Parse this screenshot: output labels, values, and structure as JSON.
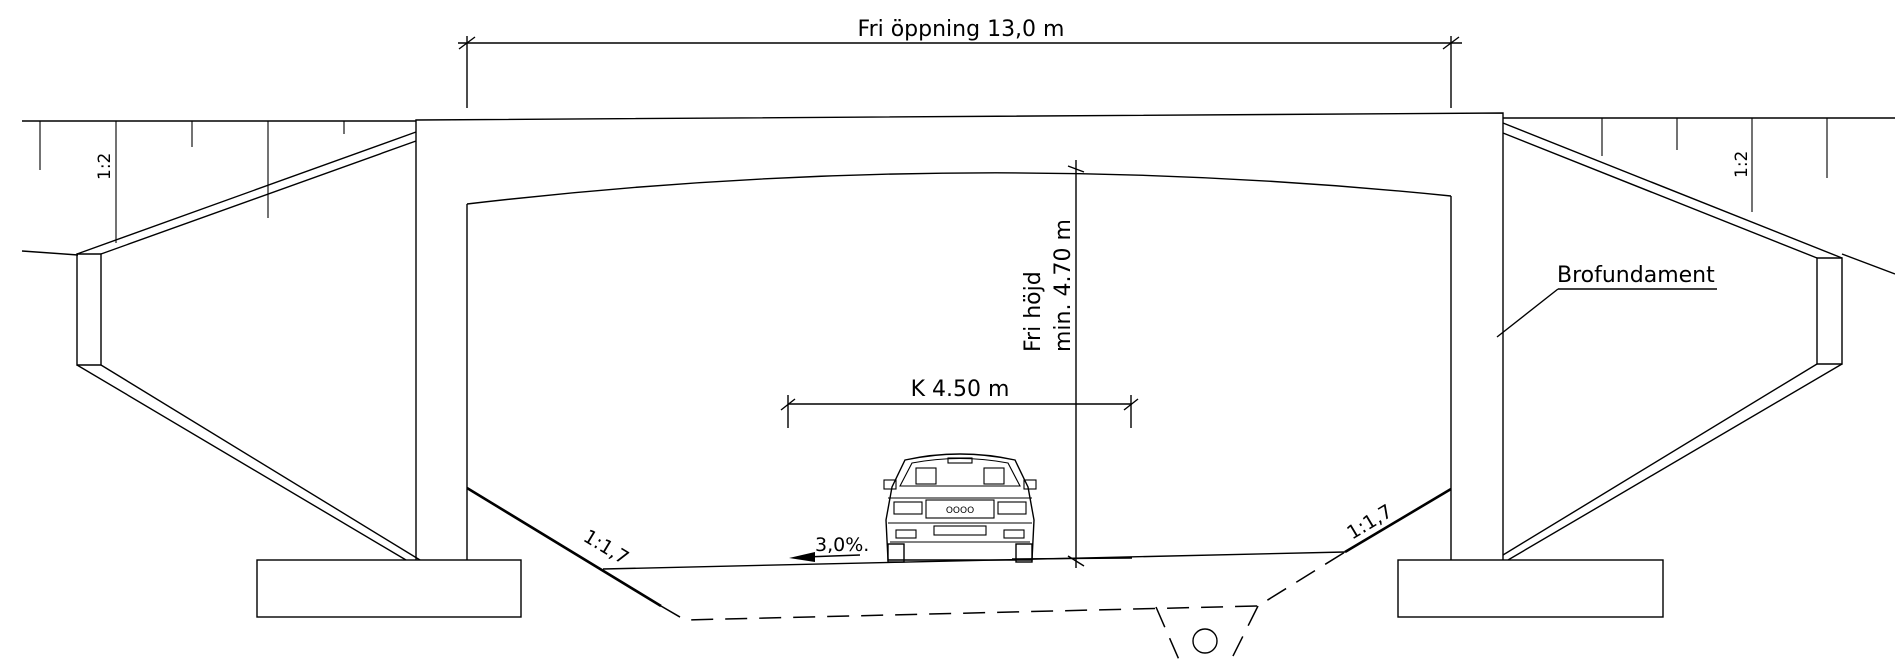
{
  "labels": {
    "opening": "Fri öppning 13,0 m",
    "height_line1": "Fri höjd",
    "height_line2": "min. 4.70 m",
    "k_width": "K 4.50 m",
    "foundation": "Brofundament",
    "slope_left_embankment": "1:2",
    "slope_right_embankment": "1:2",
    "slope_left_ditch": "1:1,7",
    "slope_right_ditch": "1:1,7",
    "crossfall": "3,0%.",
    "car_badge": "OOOO"
  }
}
